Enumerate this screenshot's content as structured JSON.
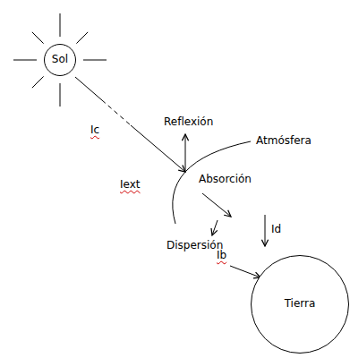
{
  "diagram": {
    "nodes": [
      {
        "text": [
          "Sol"
        ]
      },
      {
        "text": [
          "Tierra"
        ]
      }
    ],
    "labels": [
      "Ic",
      "Reflexión",
      "Atmósfera",
      "Iext",
      "Absorción",
      "Dispersión",
      "Ib",
      "Id"
    ]
  }
}
